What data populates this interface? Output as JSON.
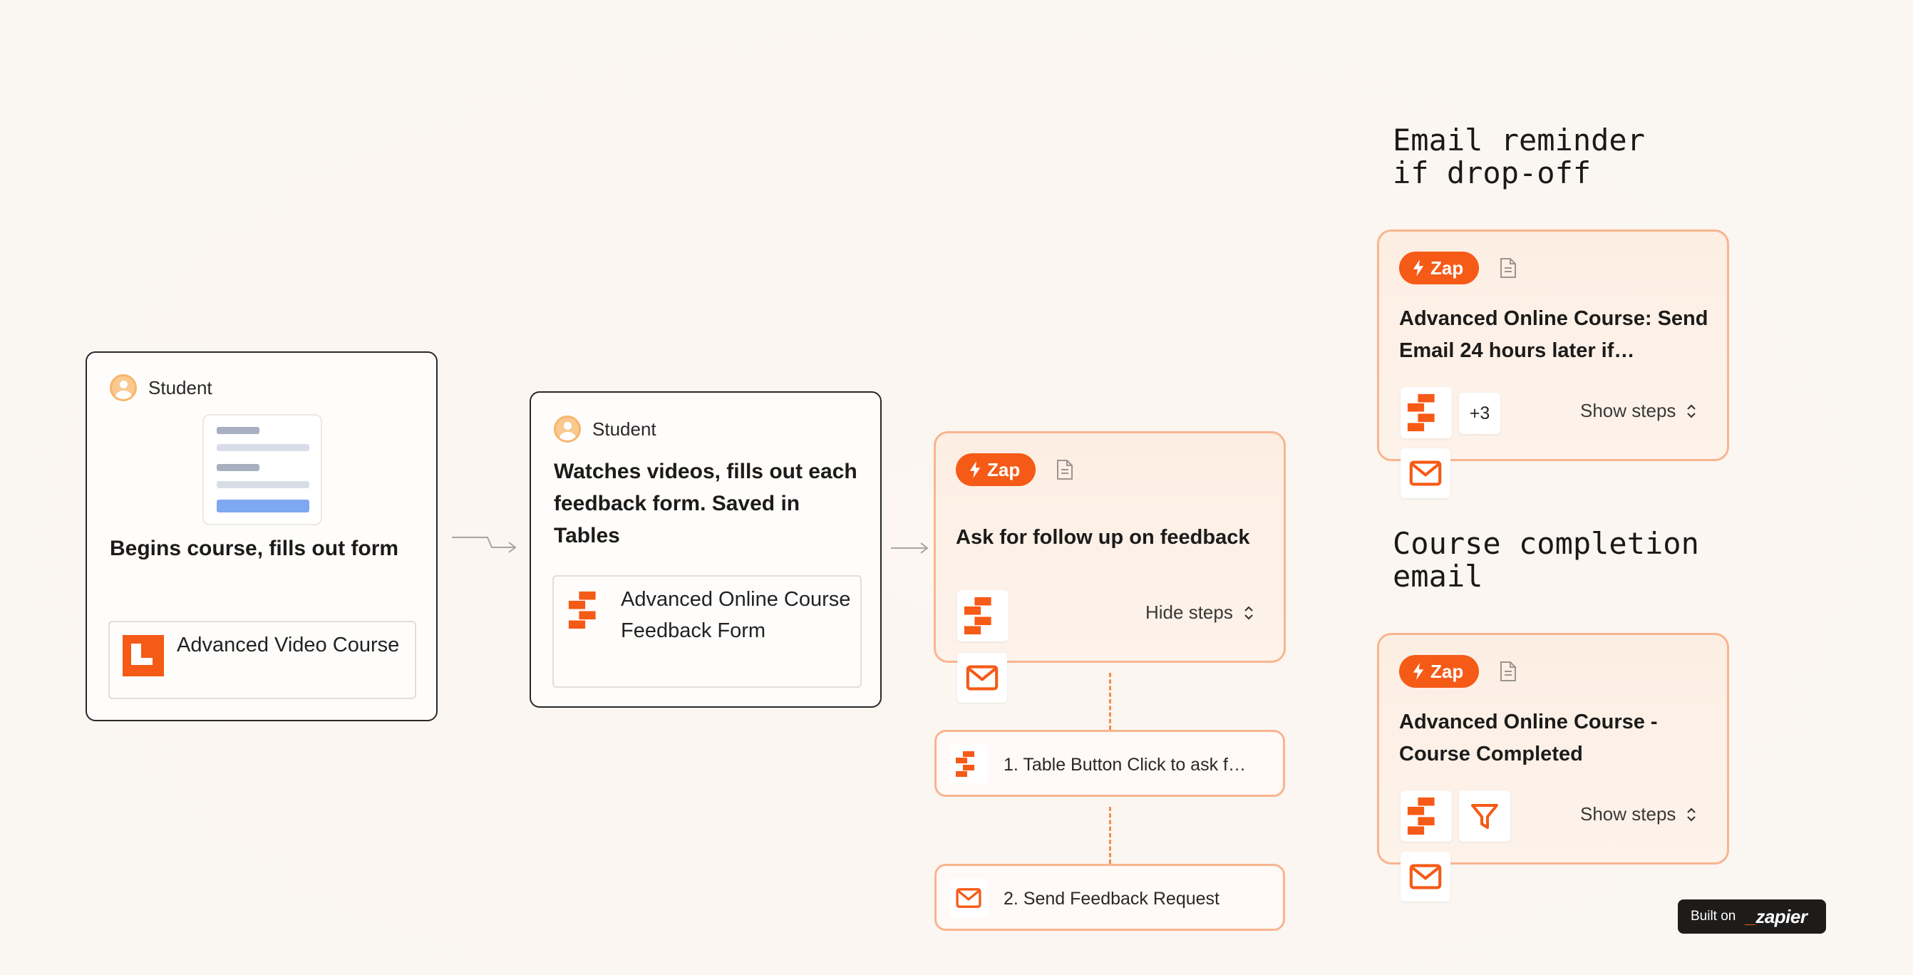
{
  "colors": {
    "accent": "#f55a16",
    "card_border": "#f8b58f",
    "ink": "#1c1b1a"
  },
  "stage1": {
    "actor": "Student",
    "description": "Begins course, fills out form",
    "app_label": "Advanced Video Course"
  },
  "stage2": {
    "actor": "Student",
    "description": "Watches videos, fills out each feedback form. Saved in Tables",
    "app_label": "Advanced Online Course Feedback Form"
  },
  "zap_main": {
    "badge": "Zap",
    "title": "Ask for follow up on feedback",
    "toggle_label": "Hide steps",
    "steps": [
      {
        "label": "1. Table Button Click to ask f…",
        "icon": "tables-icon"
      },
      {
        "label": "2. Send Feedback Request",
        "icon": "email-icon"
      }
    ]
  },
  "reminder": {
    "heading": "Email reminder\nif drop-off",
    "badge": "Zap",
    "title": "Advanced Online Course: Send Email 24 hours later if…",
    "extra_count": "+3",
    "toggle_label": "Show steps"
  },
  "completion": {
    "heading": "Course completion\nemail",
    "badge": "Zap",
    "title": "Advanced Online Course - Course Completed",
    "toggle_label": "Show steps"
  },
  "footer": {
    "built_on": "Built on",
    "brand_prefix": "_",
    "brand": "zapier"
  }
}
